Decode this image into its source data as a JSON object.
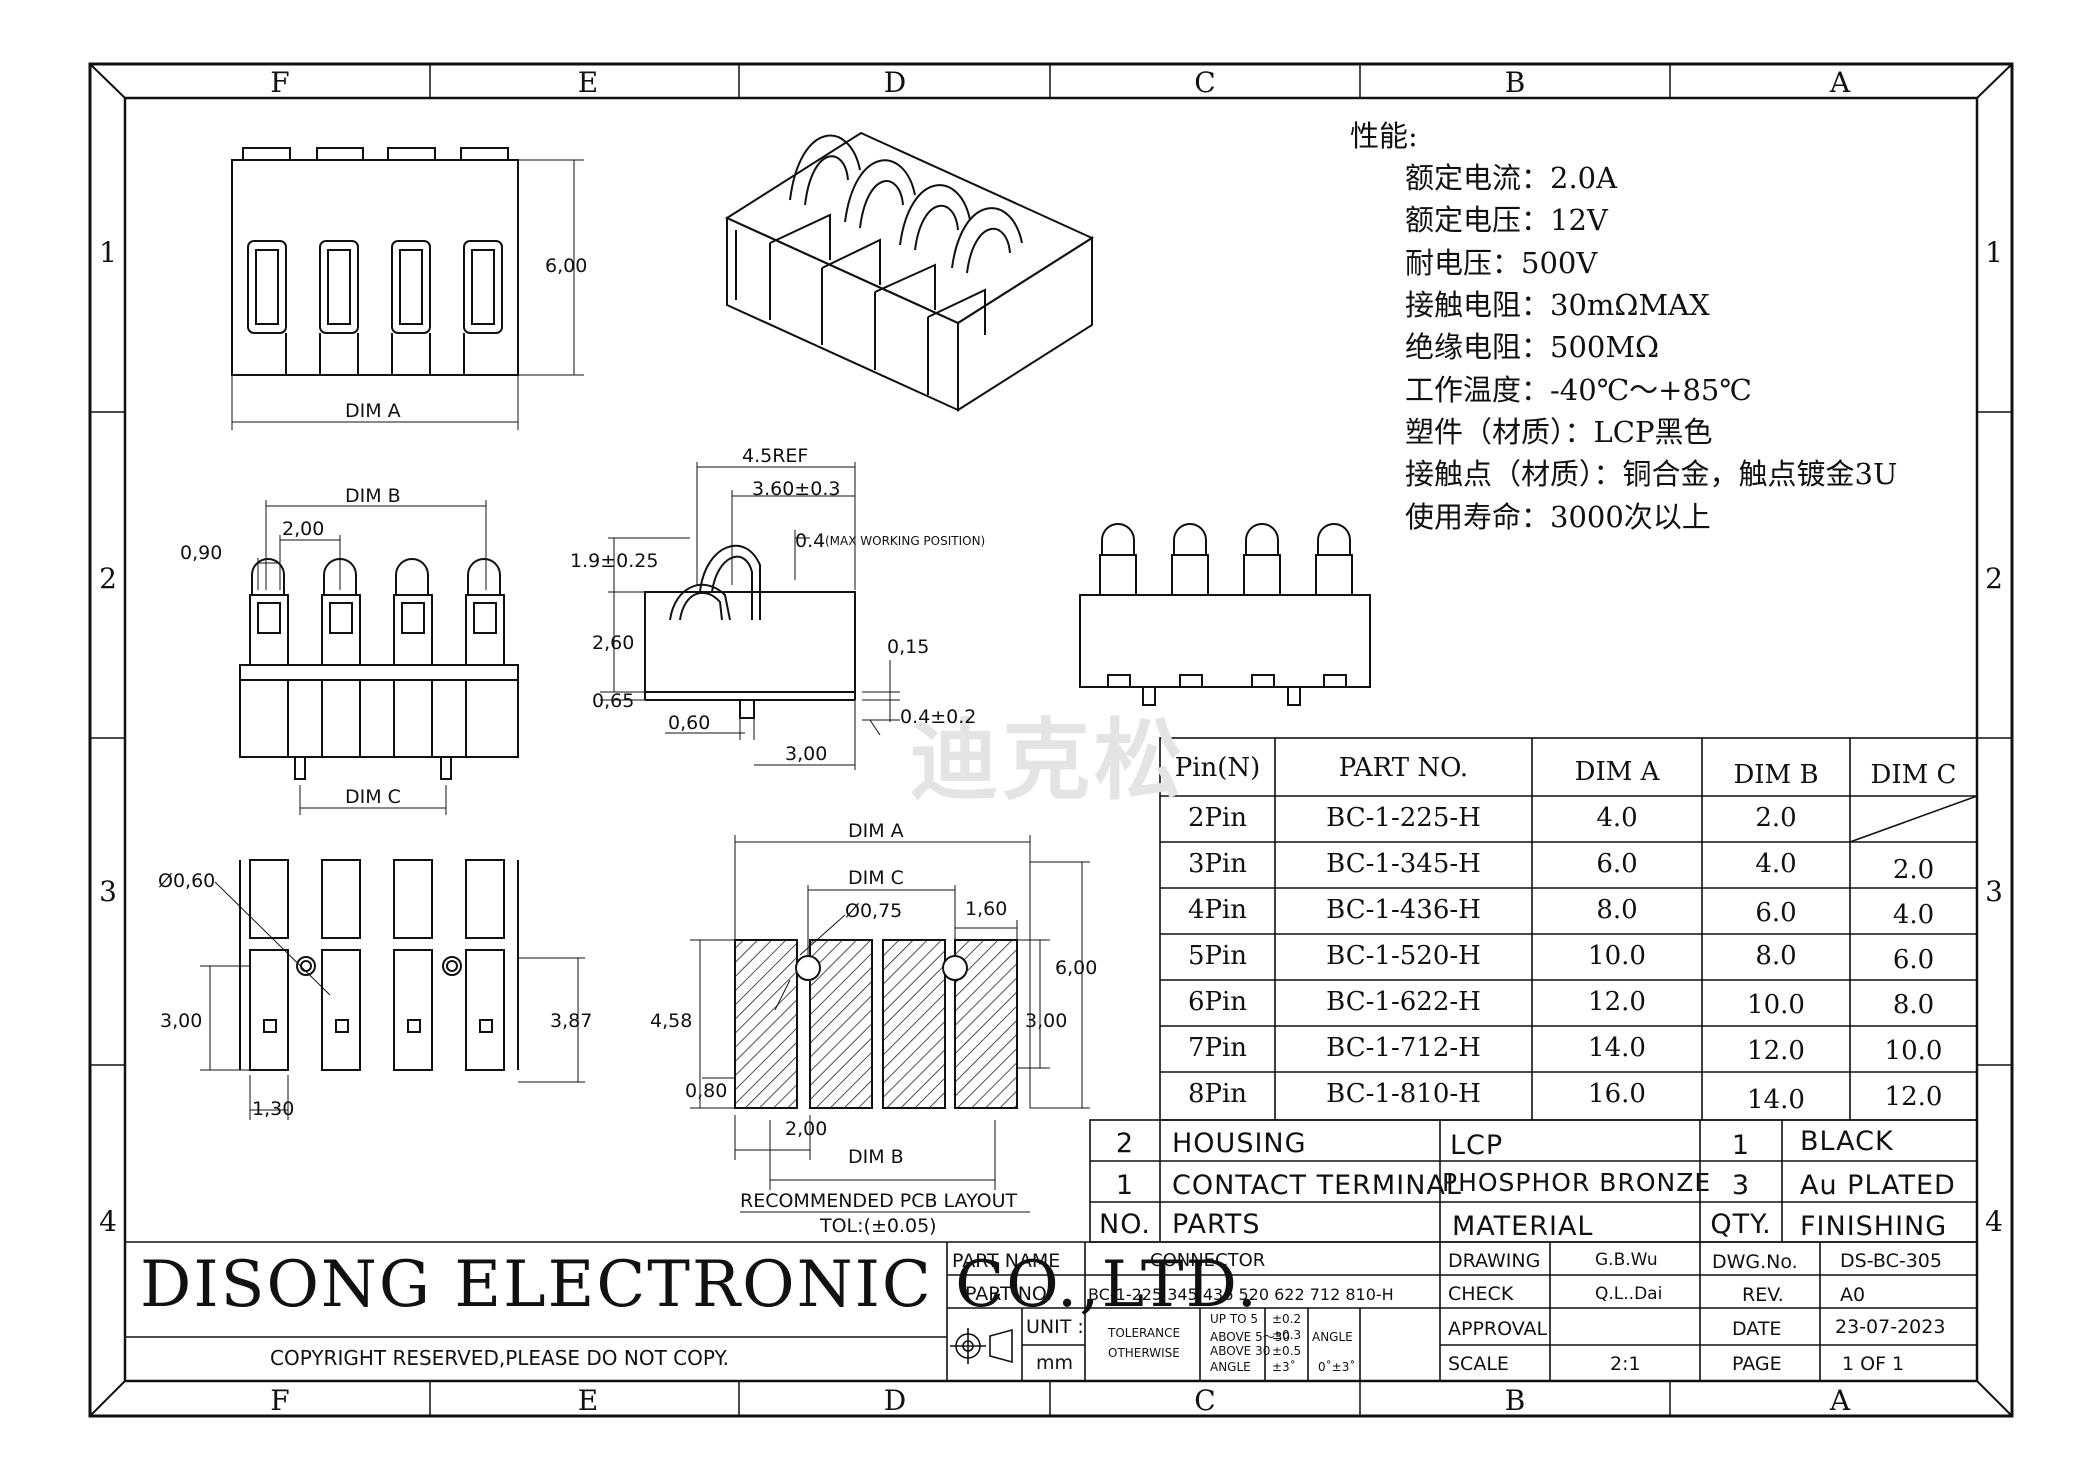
{
  "zones": {
    "columns": [
      "F",
      "E",
      "D",
      "C",
      "B",
      "A"
    ],
    "rows": [
      "1",
      "2",
      "3",
      "4"
    ]
  },
  "specs": {
    "heading": "性能:",
    "lines": [
      "额定电流：2.0A",
      "额定电压：12V",
      "耐电压：500V",
      "接触电阻：30mΩMAX",
      "绝缘电阻：500MΩ",
      "工作温度：-40℃～+85℃",
      "塑件（材质）：LCP黑色",
      "接触点（材质）：铜合金，触点镀金3U",
      "使用寿命：3000次以上"
    ]
  },
  "watermark": "迪克松",
  "dims": {
    "top_view": {
      "height": "6,00",
      "width": "DIM A"
    },
    "front_view": {
      "dim_b": "DIM B",
      "pitch": "2,00",
      "offset": "0,90",
      "dim_c": "DIM C"
    },
    "side_view": {
      "ref": "4.5REF",
      "contact": "3.60±0.3",
      "work": "0.4",
      "work_note": "(MAX WORKING POSITION)",
      "height": "1.9±0.25",
      "body": "2,60",
      "gap": "0,15",
      "bottom": "0,65",
      "peg": "0,60",
      "peg_pos": "3,00",
      "side": "0.4±0.2"
    },
    "bottom_view": {
      "hole": "Ø0,60",
      "h": "3,00",
      "h2": "3,87",
      "w": "1,30"
    },
    "pcb": {
      "dim_a": "DIM A",
      "dim_c": "DIM C",
      "hole": "Ø0,75",
      "pad_w": "1,60",
      "h": "6,00",
      "h2": "3,00",
      "pad_h": "4,58",
      "gap": "0,80",
      "pitch": "2,00",
      "dim_b": "DIM B",
      "title": "RECOMMENDED PCB LAYOUT",
      "tol": "TOL:(±0.05)"
    }
  },
  "part_table": {
    "headers": [
      "Pin(N)",
      "PART NO.",
      "DIM A",
      "DIM B",
      "DIM C"
    ],
    "rows": [
      [
        "2Pin",
        "BC-1-225-H",
        "4.0",
        "2.0",
        ""
      ],
      [
        "3Pin",
        "BC-1-345-H",
        "6.0",
        "4.0",
        "2.0"
      ],
      [
        "4Pin",
        "BC-1-436-H",
        "8.0",
        "6.0",
        "4.0"
      ],
      [
        "5Pin",
        "BC-1-520-H",
        "10.0",
        "8.0",
        "6.0"
      ],
      [
        "6Pin",
        "BC-1-622-H",
        "12.0",
        "10.0",
        "8.0"
      ],
      [
        "7Pin",
        "BC-1-712-H",
        "14.0",
        "12.0",
        "10.0"
      ],
      [
        "8Pin",
        "BC-1-810-H",
        "16.0",
        "14.0",
        "12.0"
      ]
    ]
  },
  "bom": {
    "rows": [
      [
        "2",
        "HOUSING",
        "LCP",
        "1",
        "BLACK"
      ],
      [
        "1",
        "CONTACT TERMINAL",
        "PHOSPHOR BRONZE",
        "3",
        "Au PLATED"
      ]
    ],
    "headers": [
      "NO.",
      "PARTS",
      "MATERIAL",
      "QTY.",
      "FINISHING"
    ]
  },
  "title_block": {
    "company": "DISONG ELECTRONIC CO.,LTD.",
    "copyright": "COPYRIGHT RESERVED,PLEASE DO NOT COPY.",
    "part_name_label": "PART NAME",
    "part_name": "CONNECTOR",
    "part_no_label": "PART NO.",
    "part_no": "BC-1-225 345 436 520 622 712 810-H",
    "unit_label": "UNIT :",
    "unit": "mm",
    "tolerance_label": "TOLERANCE",
    "otherwise_label": "OTHERWISE",
    "tol_rows": [
      "UP TO 5",
      "ABOVE 5～30",
      "ABOVE 30",
      "ANGLE"
    ],
    "tol_vals": [
      "±0.2",
      "±0.3",
      "±0.5",
      "±3˚"
    ],
    "angle_label": "ANGLE",
    "angle_val": "0˚±3˚",
    "drawing_label": "DRAWING",
    "drawing": "G.B.Wu",
    "check_label": "CHECK",
    "check": "Q.L..Dai",
    "approval_label": "APPROVAL",
    "scale_label": "SCALE",
    "scale": "2:1",
    "dwg_label": "DWG.No.",
    "dwg": "DS-BC-305",
    "rev_label": "REV.",
    "rev": "A0",
    "date_label": "DATE",
    "date": "23-07-2023",
    "page_label": "PAGE",
    "page": "1 OF 1"
  }
}
